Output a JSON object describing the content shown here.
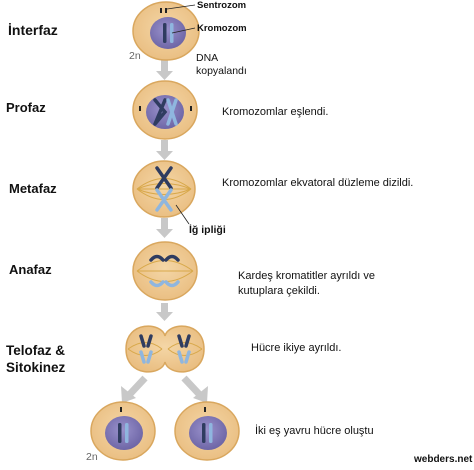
{
  "labels": {
    "sentrozom": "Sentrozom",
    "kromozom": "Kromozom",
    "ploidy_top": "2n",
    "dna_line1": "DNA",
    "dna_line2": "kopyalandı",
    "ig_ipligi": "İğ ipliği",
    "ploidy_bottom": "2n"
  },
  "stages": [
    {
      "name": "İnterfaz",
      "note": ""
    },
    {
      "name": "Profaz",
      "note": "Kromozomlar eşlendi."
    },
    {
      "name": "Metafaz",
      "note": "Kromozomlar ekvatoral düzleme dizildi."
    },
    {
      "name": "Anafaz",
      "note_line1": "Kardeş kromatitler ayrıldı ve",
      "note_line2": "kutuplara çekildi."
    },
    {
      "name_line1": "Telofaz &",
      "name_line2": "Sitokinez",
      "note": "Hücre ikiye ayrıldı."
    },
    {
      "note": "İki eş yavru hücre oluştu"
    }
  ],
  "watermark": "webders.net",
  "colors": {
    "cytoplasm": "#efc790",
    "cell_border": "#d9a75e",
    "nucleus": "#7d74b4",
    "chrom_dark": "#3a4a6e",
    "chrom_light": "#8fb6df",
    "arrow": "#c8c8c8"
  }
}
